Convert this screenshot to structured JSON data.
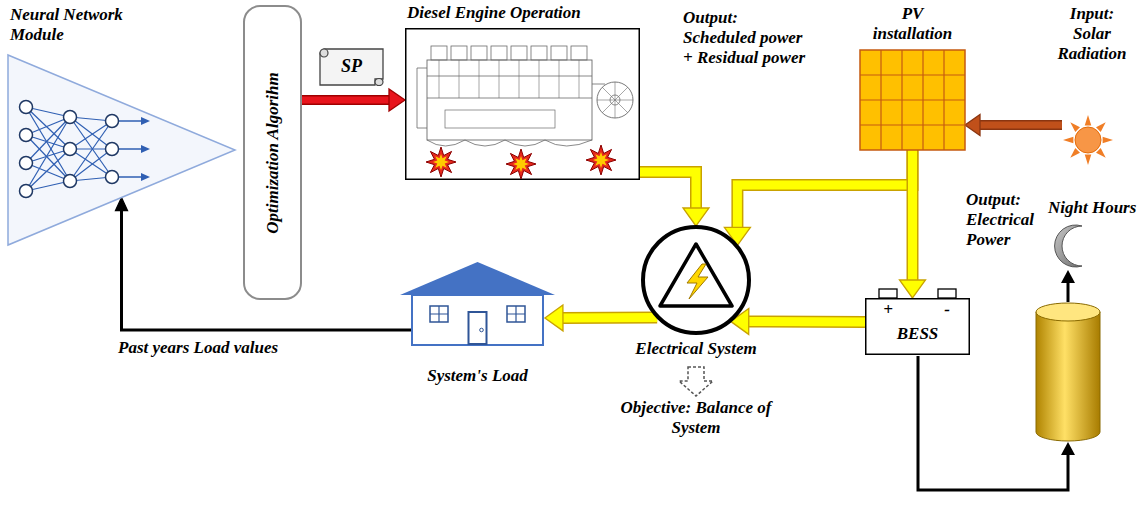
{
  "diagram": {
    "nodes": [
      {
        "text": [
          "Neural Network Module"
        ]
      },
      {
        "text": [
          "Optimization Algorihm"
        ]
      },
      {
        "text": [
          "SP"
        ]
      },
      {
        "text": [
          "Diesel Engine Operation"
        ]
      },
      {
        "text": [
          "PV installation"
        ]
      },
      {
        "text": [
          "Input: Solar Radiation"
        ]
      },
      {
        "text": [
          "Electrical System"
        ]
      },
      {
        "text": [
          "+",
          "-",
          "BESS"
        ]
      },
      {
        "text": [
          "System's Load"
        ]
      }
    ],
    "edges": [
      {
        "from": 1,
        "to": 3,
        "arrow": "to"
      },
      {
        "from": 5,
        "to": 4,
        "arrow": "to"
      },
      {
        "from": 3,
        "to": 6,
        "arrow": "to"
      },
      {
        "from": 4,
        "to": 6,
        "arrow": "to"
      },
      {
        "from": 4,
        "to": 7,
        "arrow": "to"
      },
      {
        "from": 7,
        "to": 6,
        "arrow": "to"
      },
      {
        "from": 6,
        "to": 8,
        "arrow": "to"
      },
      {
        "from": 8,
        "to": 0,
        "label": "Past years Load values",
        "arrow": "to"
      }
    ],
    "labels": [
      "Output: Scheduled power + Residual power",
      "Output: Electrical Power",
      "Night Hours",
      "Objective: Balance of System"
    ]
  }
}
